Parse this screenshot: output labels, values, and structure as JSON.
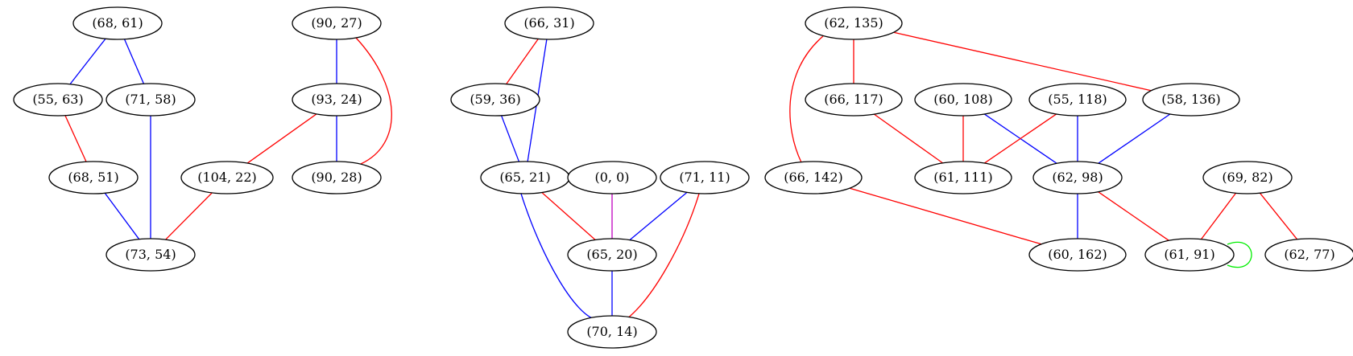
{
  "colors": {
    "red": "#ff0000",
    "blue": "#0000ff",
    "magenta": "#c000c0",
    "green": "#00ee00"
  },
  "nodes": [
    {
      "id": "n68_61",
      "label": "(68, 61)"
    },
    {
      "id": "n55_63",
      "label": "(55, 63)"
    },
    {
      "id": "n71_58",
      "label": "(71, 58)"
    },
    {
      "id": "n68_51",
      "label": "(68, 51)"
    },
    {
      "id": "n73_54",
      "label": "(73, 54)"
    },
    {
      "id": "n90_27",
      "label": "(90, 27)"
    },
    {
      "id": "n93_24",
      "label": "(93, 24)"
    },
    {
      "id": "n104_22",
      "label": "(104, 22)"
    },
    {
      "id": "n90_28",
      "label": "(90, 28)"
    },
    {
      "id": "n66_31",
      "label": "(66, 31)"
    },
    {
      "id": "n59_36",
      "label": "(59, 36)"
    },
    {
      "id": "n65_21",
      "label": "(65, 21)"
    },
    {
      "id": "n0_0",
      "label": "(0, 0)"
    },
    {
      "id": "n71_11",
      "label": "(71, 11)"
    },
    {
      "id": "n65_20",
      "label": "(65, 20)"
    },
    {
      "id": "n70_14",
      "label": "(70, 14)"
    },
    {
      "id": "n62_135",
      "label": "(62, 135)"
    },
    {
      "id": "n66_117",
      "label": "(66, 117)"
    },
    {
      "id": "n60_108",
      "label": "(60, 108)"
    },
    {
      "id": "n55_118",
      "label": "(55, 118)"
    },
    {
      "id": "n58_136",
      "label": "(58, 136)"
    },
    {
      "id": "n66_142",
      "label": "(66, 142)"
    },
    {
      "id": "n61_111",
      "label": "(61, 111)"
    },
    {
      "id": "n62_98",
      "label": "(62, 98)"
    },
    {
      "id": "n69_82",
      "label": "(69, 82)"
    },
    {
      "id": "n60_162",
      "label": "(60, 162)"
    },
    {
      "id": "n61_91",
      "label": "(61, 91)"
    },
    {
      "id": "n62_77",
      "label": "(62, 77)"
    }
  ],
  "edges": [
    {
      "from": "n68_61",
      "to": "n55_63",
      "color": "blue"
    },
    {
      "from": "n68_61",
      "to": "n71_58",
      "color": "blue"
    },
    {
      "from": "n55_63",
      "to": "n68_51",
      "color": "red"
    },
    {
      "from": "n71_58",
      "to": "n73_54",
      "color": "blue"
    },
    {
      "from": "n68_51",
      "to": "n73_54",
      "color": "blue"
    },
    {
      "from": "n104_22",
      "to": "n73_54",
      "color": "red"
    },
    {
      "from": "n90_27",
      "to": "n93_24",
      "color": "blue"
    },
    {
      "from": "n90_27",
      "to": "n90_28",
      "color": "red"
    },
    {
      "from": "n93_24",
      "to": "n104_22",
      "color": "red"
    },
    {
      "from": "n93_24",
      "to": "n90_28",
      "color": "blue"
    },
    {
      "from": "n66_31",
      "to": "n59_36",
      "color": "red"
    },
    {
      "from": "n66_31",
      "to": "n65_21",
      "color": "blue"
    },
    {
      "from": "n59_36",
      "to": "n65_21",
      "color": "blue"
    },
    {
      "from": "n65_21",
      "to": "n65_20",
      "color": "red"
    },
    {
      "from": "n65_21",
      "to": "n70_14",
      "color": "blue"
    },
    {
      "from": "n0_0",
      "to": "n65_20",
      "color": "magenta"
    },
    {
      "from": "n71_11",
      "to": "n65_20",
      "color": "blue"
    },
    {
      "from": "n71_11",
      "to": "n70_14",
      "color": "red"
    },
    {
      "from": "n65_20",
      "to": "n70_14",
      "color": "blue"
    },
    {
      "from": "n62_135",
      "to": "n66_117",
      "color": "red"
    },
    {
      "from": "n62_135",
      "to": "n58_136",
      "color": "red"
    },
    {
      "from": "n62_135",
      "to": "n66_142",
      "color": "red"
    },
    {
      "from": "n66_117",
      "to": "n61_111",
      "color": "red"
    },
    {
      "from": "n60_108",
      "to": "n61_111",
      "color": "red"
    },
    {
      "from": "n60_108",
      "to": "n62_98",
      "color": "blue"
    },
    {
      "from": "n55_118",
      "to": "n61_111",
      "color": "red"
    },
    {
      "from": "n55_118",
      "to": "n62_98",
      "color": "blue"
    },
    {
      "from": "n58_136",
      "to": "n62_98",
      "color": "blue"
    },
    {
      "from": "n66_142",
      "to": "n60_162",
      "color": "red"
    },
    {
      "from": "n62_98",
      "to": "n60_162",
      "color": "blue"
    },
    {
      "from": "n62_98",
      "to": "n61_91",
      "color": "red"
    },
    {
      "from": "n69_82",
      "to": "n61_91",
      "color": "red"
    },
    {
      "from": "n69_82",
      "to": "n62_77",
      "color": "red"
    },
    {
      "from": "n61_91",
      "to": "n61_91",
      "color": "green"
    }
  ]
}
